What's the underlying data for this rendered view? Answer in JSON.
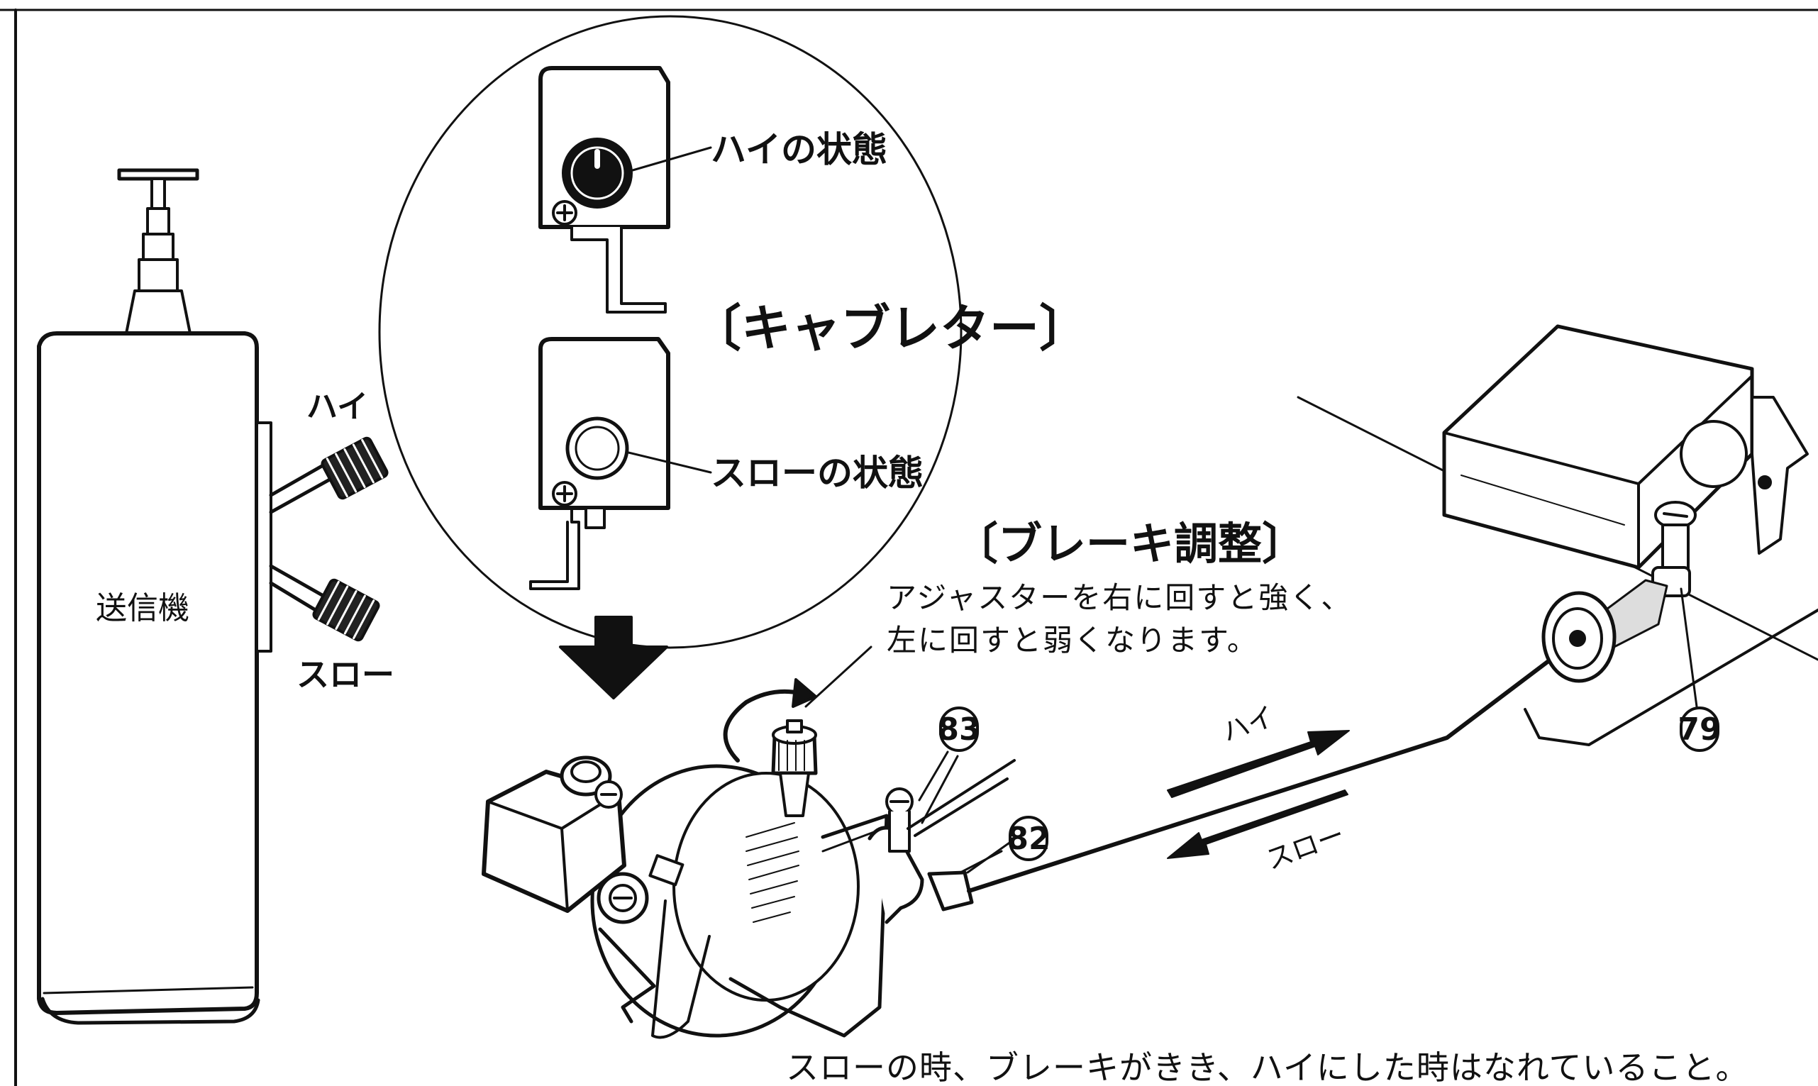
{
  "labels": {
    "transmitter": "送信機",
    "knob_high": "ハイ",
    "knob_slow": "スロー",
    "high_state": "ハイの状態",
    "slow_state": "スローの状態",
    "carburetor": "〔キャブレター〕",
    "brake_adjust": "〔ブレーキ調整〕",
    "adjuster_line1": "アジャスターを右に回すと強く、",
    "adjuster_line2": "左に回すと弱くなります。",
    "arrow_high": "ハイ",
    "arrow_slow": "スロー",
    "note": "スローの時、ブレーキがきき、ハイにした時はなれていること。"
  },
  "part_numbers": {
    "p83": "83",
    "p82": "82",
    "p79": "79"
  },
  "colors": {
    "ink": "#111111",
    "paper": "#ffffff"
  }
}
